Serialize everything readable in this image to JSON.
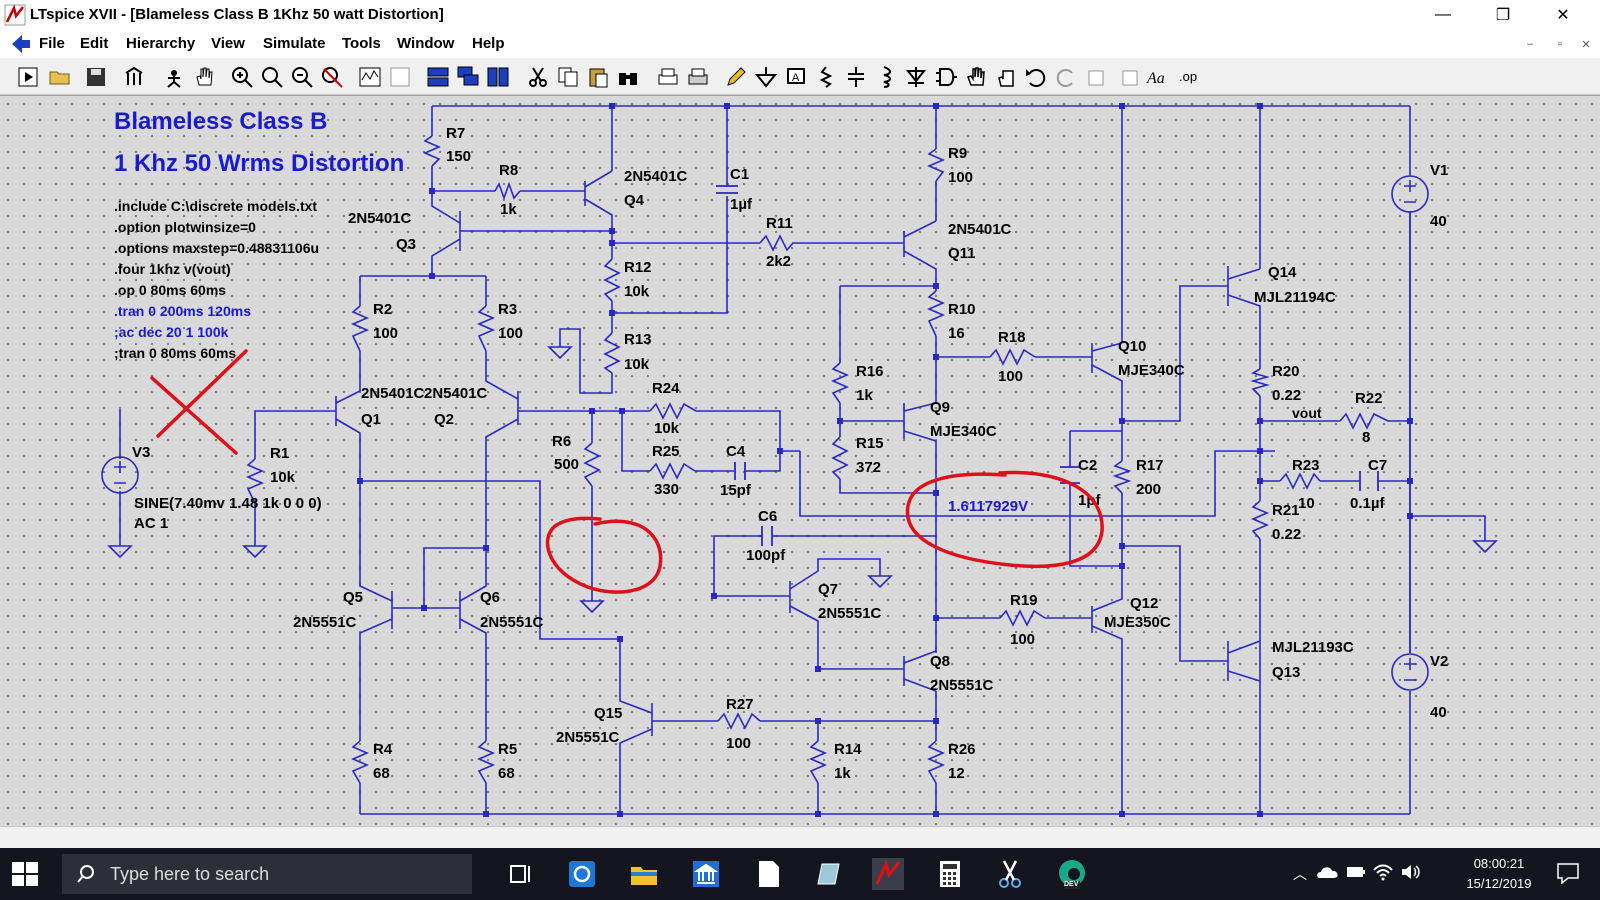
{
  "window": {
    "title": "LTspice XVII - [Blameless Class B 1Khz 50 watt Distortion]",
    "minimize": "—",
    "maximize": "❐",
    "close": "✕"
  },
  "menu": {
    "items": [
      "File",
      "Edit",
      "Hierarchy",
      "View",
      "Simulate",
      "Tools",
      "Window",
      "Help"
    ],
    "doc_controls": [
      "–",
      "▫",
      "✕"
    ]
  },
  "schematic": {
    "heading1": "Blameless Class B",
    "heading2": "1 Khz 50 Wrms Distortion",
    "directives": [
      ".include C:\\discrete models.txt",
      ".option plotwinsize=0",
      ".options maxstep=0.48831106u",
      ".four 1khz v(vout)",
      ".op 0 80ms 60ms"
    ],
    "commented": [
      ".tran 0 200ms 120ms",
      ";ac dec 20 1 100k",
      ";tran 0 80ms 60ms"
    ],
    "source_v3": {
      "name": "V3",
      "value": "SINE(7.40mv 1.48 1k 0 0 0)",
      "ac": "AC 1"
    },
    "voltage_readout": "1.6117929V",
    "net_label": "vout",
    "components": [
      {
        "id": "r7",
        "name": "R7",
        "value": "150"
      },
      {
        "id": "r8",
        "name": "R8",
        "value": "1k"
      },
      {
        "id": "q4",
        "name": "Q4",
        "value": "2N5401C"
      },
      {
        "id": "c1",
        "name": "C1",
        "value": "1µf"
      },
      {
        "id": "r9",
        "name": "R9",
        "value": "100"
      },
      {
        "id": "v1",
        "name": "V1",
        "value": "40"
      },
      {
        "id": "q3",
        "name": "Q3",
        "value": "2N5401C"
      },
      {
        "id": "r11",
        "name": "R11",
        "value": "2k2"
      },
      {
        "id": "q11",
        "name": "Q11",
        "value": "2N5401C"
      },
      {
        "id": "r12",
        "name": "R12",
        "value": "10k"
      },
      {
        "id": "q14",
        "name": "Q14",
        "value": "MJL21194C"
      },
      {
        "id": "r2",
        "name": "R2",
        "value": "100"
      },
      {
        "id": "r3",
        "name": "R3",
        "value": "100"
      },
      {
        "id": "r10",
        "name": "R10",
        "value": "16"
      },
      {
        "id": "r18",
        "name": "R18",
        "value": "100"
      },
      {
        "id": "q10",
        "name": "Q10",
        "value": "MJE340C"
      },
      {
        "id": "r13",
        "name": "R13",
        "value": "10k"
      },
      {
        "id": "r20",
        "name": "R20",
        "value": "0.22"
      },
      {
        "id": "r16",
        "name": "R16",
        "value": "1k"
      },
      {
        "id": "q1",
        "name": "Q1",
        "value": "2N5401C"
      },
      {
        "id": "q2",
        "name": "Q2",
        "value": "2N5401C"
      },
      {
        "id": "r24",
        "name": "R24",
        "value": "10k"
      },
      {
        "id": "r22",
        "name": "R22",
        "value": "8"
      },
      {
        "id": "q9",
        "name": "Q9",
        "value": "MJE340C"
      },
      {
        "id": "r6",
        "name": "R6",
        "value": "500"
      },
      {
        "id": "r25",
        "name": "R25",
        "value": "330"
      },
      {
        "id": "c4",
        "name": "C4",
        "value": "15pf"
      },
      {
        "id": "r15",
        "name": "R15",
        "value": "372"
      },
      {
        "id": "r1",
        "name": "R1",
        "value": "10k"
      },
      {
        "id": "c2",
        "name": "C2",
        "value": "1pf"
      },
      {
        "id": "r17",
        "name": "R17",
        "value": "200"
      },
      {
        "id": "r23",
        "name": "R23",
        "value": "10"
      },
      {
        "id": "c7",
        "name": "C7",
        "value": "0.1µf"
      },
      {
        "id": "r21",
        "name": "R21",
        "value": "0.22"
      },
      {
        "id": "c6",
        "name": "C6",
        "value": "100pf"
      },
      {
        "id": "q7",
        "name": "Q7",
        "value": "2N5551C"
      },
      {
        "id": "q5",
        "name": "Q5",
        "value": "2N5551C"
      },
      {
        "id": "q6",
        "name": "Q6",
        "value": "2N5551C"
      },
      {
        "id": "r19",
        "name": "R19",
        "value": "100"
      },
      {
        "id": "q12",
        "name": "Q12",
        "value": "MJE350C"
      },
      {
        "id": "q13",
        "name": "Q13",
        "value": "MJL21193C"
      },
      {
        "id": "v2",
        "name": "V2",
        "value": "40"
      },
      {
        "id": "q8",
        "name": "Q8",
        "value": "2N5551C"
      },
      {
        "id": "q15",
        "name": "Q15",
        "value": "2N5551C"
      },
      {
        "id": "r27",
        "name": "R27",
        "value": "100"
      },
      {
        "id": "r4",
        "name": "R4",
        "value": "68"
      },
      {
        "id": "r5",
        "name": "R5",
        "value": "68"
      },
      {
        "id": "r14",
        "name": "R14",
        "value": "1k"
      },
      {
        "id": "r26",
        "name": "R26",
        "value": "12"
      }
    ]
  },
  "taskbar": {
    "search_placeholder": "Type here to search",
    "time": "08:00:21",
    "date": "15/12/2019",
    "edge_badge": "DEV"
  },
  "colors": {
    "wire": "#2828c8",
    "heading": "#1a1ad2",
    "annotation": "#e0101a",
    "canvas": "#d9d9d9",
    "taskbar": "#14161f"
  }
}
